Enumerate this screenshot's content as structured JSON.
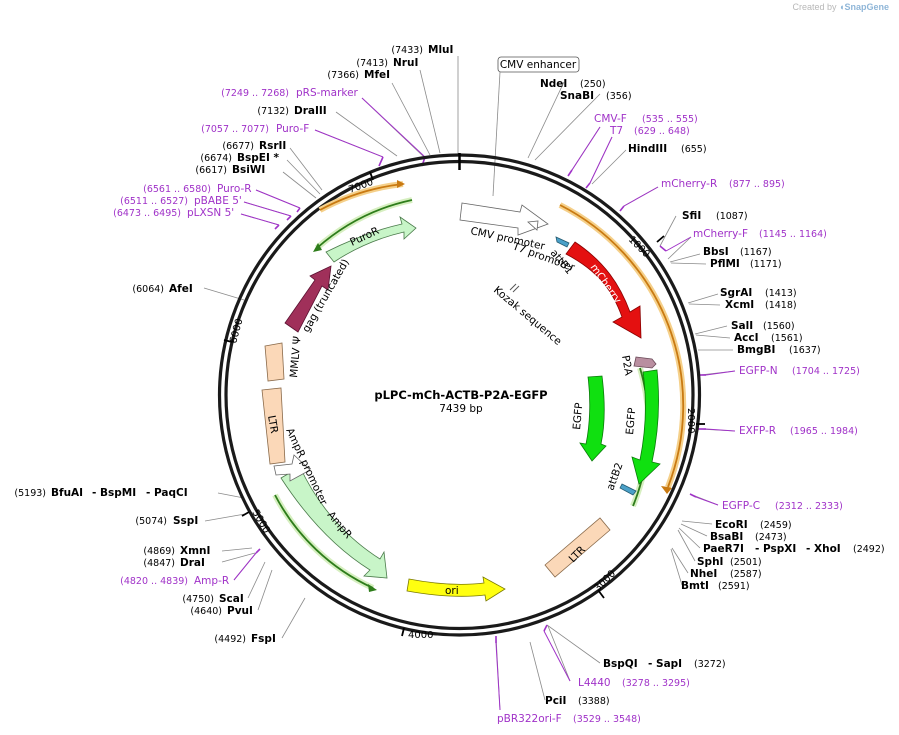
{
  "credit": {
    "prefix": "Created by",
    "brand": "SnapGene"
  },
  "title": {
    "name": "pLPC-mCh-ACTB-P2A-EGFP",
    "length": "7439 bp"
  },
  "ticks": [
    "1000",
    "2000",
    "3000",
    "4000",
    "5000",
    "6000",
    "7000"
  ],
  "cmv_enhancer": "CMV enhancer",
  "features": {
    "cmv_promoter": "CMV promoter",
    "t7_promoter": "T7 promoter",
    "attb1": "attB1",
    "kozak": "Kozak sequence",
    "mcherry": "mCherry",
    "p2a": "P2A",
    "egfp_inner": "EGFP",
    "egfp_outer": "EGFP",
    "attb2": "attB2",
    "ltr_right": "LTR",
    "ori": "ori",
    "ampr": "AmpR",
    "ampr_promoter": "AmpR promoter",
    "ltr_left": "LTR",
    "mmlv": "MMLV Ψ",
    "gag": "gag (truncated)",
    "puror": "PuroR"
  },
  "sites": {
    "mlu": {
      "pos": "(7433)",
      "name": "MluI"
    },
    "nru": {
      "pos": "(7413)",
      "name": "NruI"
    },
    "mfe": {
      "pos": "(7366)",
      "name": "MfeI"
    },
    "prs": {
      "pos": "(7249 .. 7268)",
      "name": "pRS-marker"
    },
    "dra3": {
      "pos": "(7132)",
      "name": "DraIII"
    },
    "purof": {
      "pos": "(7057 .. 7077)",
      "name": "Puro-F"
    },
    "rsr": {
      "pos": "(6677)",
      "name": "RsrII"
    },
    "bspe": {
      "pos": "(6674)",
      "name": "BspEI *"
    },
    "bsiw": {
      "pos": "(6617)",
      "name": "BsiWI"
    },
    "puror_p": {
      "pos": "(6561 .. 6580)",
      "name": "Puro-R"
    },
    "pbabe": {
      "pos": "(6511 .. 6527)",
      "name": "pBABE 5'"
    },
    "plxsn": {
      "pos": "(6473 .. 6495)",
      "name": "pLXSN 5'"
    },
    "afe": {
      "pos": "(6064)",
      "name": "AfeI"
    },
    "bfua": {
      "pos": "(5193)",
      "name": "BfuAI",
      "sep1": "- BspMI",
      "sep2": "- PaqCI"
    },
    "ssp": {
      "pos": "(5074)",
      "name": "SspI"
    },
    "xmn": {
      "pos": "(4869)",
      "name": "XmnI"
    },
    "dra": {
      "pos": "(4847)",
      "name": "DraI"
    },
    "ampr_p": {
      "pos": "(4820 .. 4839)",
      "name": "Amp-R"
    },
    "sca": {
      "pos": "(4750)",
      "name": "ScaI"
    },
    "pvu": {
      "pos": "(4640)",
      "name": "PvuI"
    },
    "fsp": {
      "pos": "(4492)",
      "name": "FspI"
    },
    "nde": {
      "pos": "(250)",
      "name": "NdeI"
    },
    "snab": {
      "pos": "(356)",
      "name": "SnaBI"
    },
    "cmvf": {
      "pos": "(535 .. 555)",
      "name": "CMV-F"
    },
    "t7": {
      "pos": "(629 .. 648)",
      "name": "T7"
    },
    "hind": {
      "pos": "(655)",
      "name": "HindIII"
    },
    "mchr": {
      "pos": "(877 .. 895)",
      "name": "mCherry-R"
    },
    "sfi": {
      "pos": "(1087)",
      "name": "SfiI"
    },
    "mchf": {
      "pos": "(1145 .. 1164)",
      "name": "mCherry-F"
    },
    "bbs": {
      "pos": "(1167)",
      "name": "BbsI"
    },
    "pflm": {
      "pos": "(1171)",
      "name": "PflMI"
    },
    "sgra": {
      "pos": "(1413)",
      "name": "SgrAI"
    },
    "xcm": {
      "pos": "(1418)",
      "name": "XcmI"
    },
    "sal": {
      "pos": "(1560)",
      "name": "SalI"
    },
    "acc": {
      "pos": "(1561)",
      "name": "AccI"
    },
    "bmgb": {
      "pos": "(1637)",
      "name": "BmgBI"
    },
    "egfpn": {
      "pos": "(1704 .. 1725)",
      "name": "EGFP-N"
    },
    "exfpr": {
      "pos": "(1965 .. 1984)",
      "name": "EXFP-R"
    },
    "egfpc": {
      "pos": "(2312 .. 2333)",
      "name": "EGFP-C"
    },
    "ecor": {
      "pos": "(2459)",
      "name": "EcoRI"
    },
    "bsab": {
      "pos": "(2473)",
      "name": "BsaBI"
    },
    "pae": {
      "pos": "(2492)",
      "name": "PaeR7I",
      "sep1": "- PspXI",
      "sep2": "- XhoI"
    },
    "sph": {
      "pos": "(2501)",
      "name": "SphI"
    },
    "nhe": {
      "pos": "(2587)",
      "name": "NheI"
    },
    "bmt": {
      "pos": "(2591)",
      "name": "BmtI"
    },
    "bspq": {
      "pos": "(3272)",
      "name": "BspQI",
      "sep1": "- SapI"
    },
    "l4440": {
      "pos": "(3278 .. 3295)",
      "name": "L4440"
    },
    "pci": {
      "pos": "(3388)",
      "name": "PciI"
    },
    "pbr": {
      "pos": "(3529 .. 3548)",
      "name": "pBR322ori-F"
    }
  }
}
